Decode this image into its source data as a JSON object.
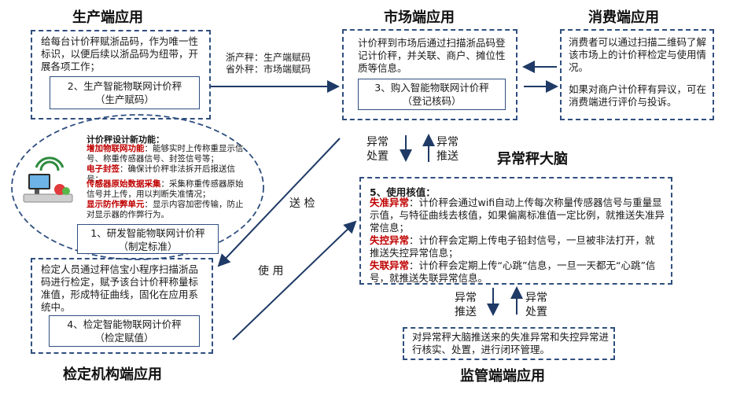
{
  "producer": {
    "title": "生产端应用",
    "desc": "给每台计价秤赋浙品码，作为唯一性标识，以便后续以浙品码为纽带，开展各项工作；",
    "box_line1": "2、生产智能物联网计价秤",
    "box_line2": "（生产赋码）"
  },
  "market": {
    "title": "市场端应用",
    "desc": "计价秤到市场后通过扫描浙品码登记计价秤，并关联、商户、摊位性质等信息。",
    "box_line1": "3、购入智能物联网计价秤",
    "box_line2": "（登记核码）"
  },
  "consumer": {
    "title": "消费端应用",
    "desc1": "消费者可以通过扫描二维码了解该市场上的计价秤检定与使用情况。",
    "desc2": "如果对商户计价秤有异议，可在消费端进行评价与投诉。"
  },
  "scale_note": {
    "line1": "浙产秤：生产端赋码",
    "line2": "省外秤：市场端赋码"
  },
  "design": {
    "heading": "计价秤设计新功能：",
    "items": [
      {
        "title": "增加物联网功能",
        "text": "：能够实时上传称重显示信号、称重传感器信号、封签信号等；"
      },
      {
        "title": "电子封签",
        "text": "：确保计价秤非法拆开后报送信号；"
      },
      {
        "title": "传感器原始数据采集",
        "text": "：采集称重传感器原始信号并上传，用以判断失准情况；"
      },
      {
        "title": "显示防作弊单元",
        "text": "：显示内容加密传输，防止对显示器的作弊行为。"
      }
    ],
    "box_line1": "1、研发智能物联网计价秤",
    "box_line2": "（制定标准）"
  },
  "inspection": {
    "title": "检定机构端应用",
    "desc": "检定人员通过秤信宝小程序扫描浙品码进行检定，赋予该台计价秤称量标准值，形成特征曲线，固化在应用系统中。",
    "box_line1": "4、检定智能物联网计价秤",
    "box_line2": "（检定赋值）"
  },
  "brain": {
    "title": "异常秤大脑",
    "heading": "5、使用核值：",
    "items": [
      {
        "title": "失准异常",
        "text": "：计价秤会通过wifi自动上传每次称量传感器信号与重量显示值，与特征曲线去核值，如果偏离标准值一定比例，就推送失准异常信息；"
      },
      {
        "title": "失控异常",
        "text": "：计价秤会定期上传电子铅封信号，一旦被非法打开，就推送失控异常信息；"
      },
      {
        "title": "失联异常",
        "text": "：计价秤会定期上传“心跳”信息，一旦一天都无“心跳”信号，就推送失联异常信息。"
      }
    ]
  },
  "supervision": {
    "title": "监管端端应用",
    "desc": "对异常秤大脑推送来的失准异常和失控异常进行核实、处置，进行闭环管理。"
  },
  "flow_labels": {
    "handle": "异常处置",
    "push": "异常推送",
    "send_inspect": "送 检",
    "use": "使 用"
  },
  "colors": {
    "border": "#2f4f7f",
    "alert": "#c00000",
    "arrow": "#1f3a66"
  }
}
